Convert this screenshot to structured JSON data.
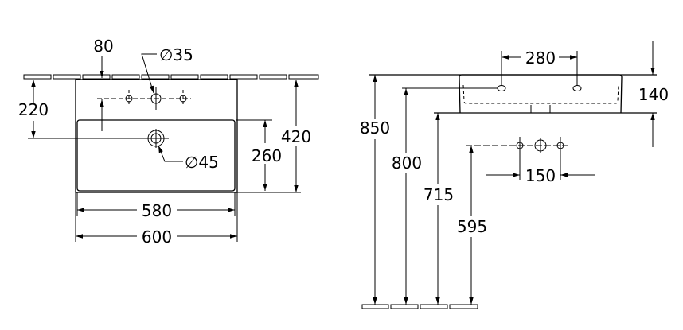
{
  "front_view": {
    "dim_tap_offset": "80",
    "dim_tap_hole": "∅35",
    "dim_drain_depth": "220",
    "dim_drain": "∅45",
    "dim_bowl_depth": "260",
    "dim_total_depth": "420",
    "dim_inner_width": "580",
    "dim_total_width": "600"
  },
  "side_view": {
    "dim_mount_holes": "280",
    "dim_height": "140",
    "dim_top_height": "850",
    "dim_mount_height": "800",
    "dim_bottom_height": "715",
    "dim_supply_height": "595",
    "dim_supply_spacing": "150"
  }
}
